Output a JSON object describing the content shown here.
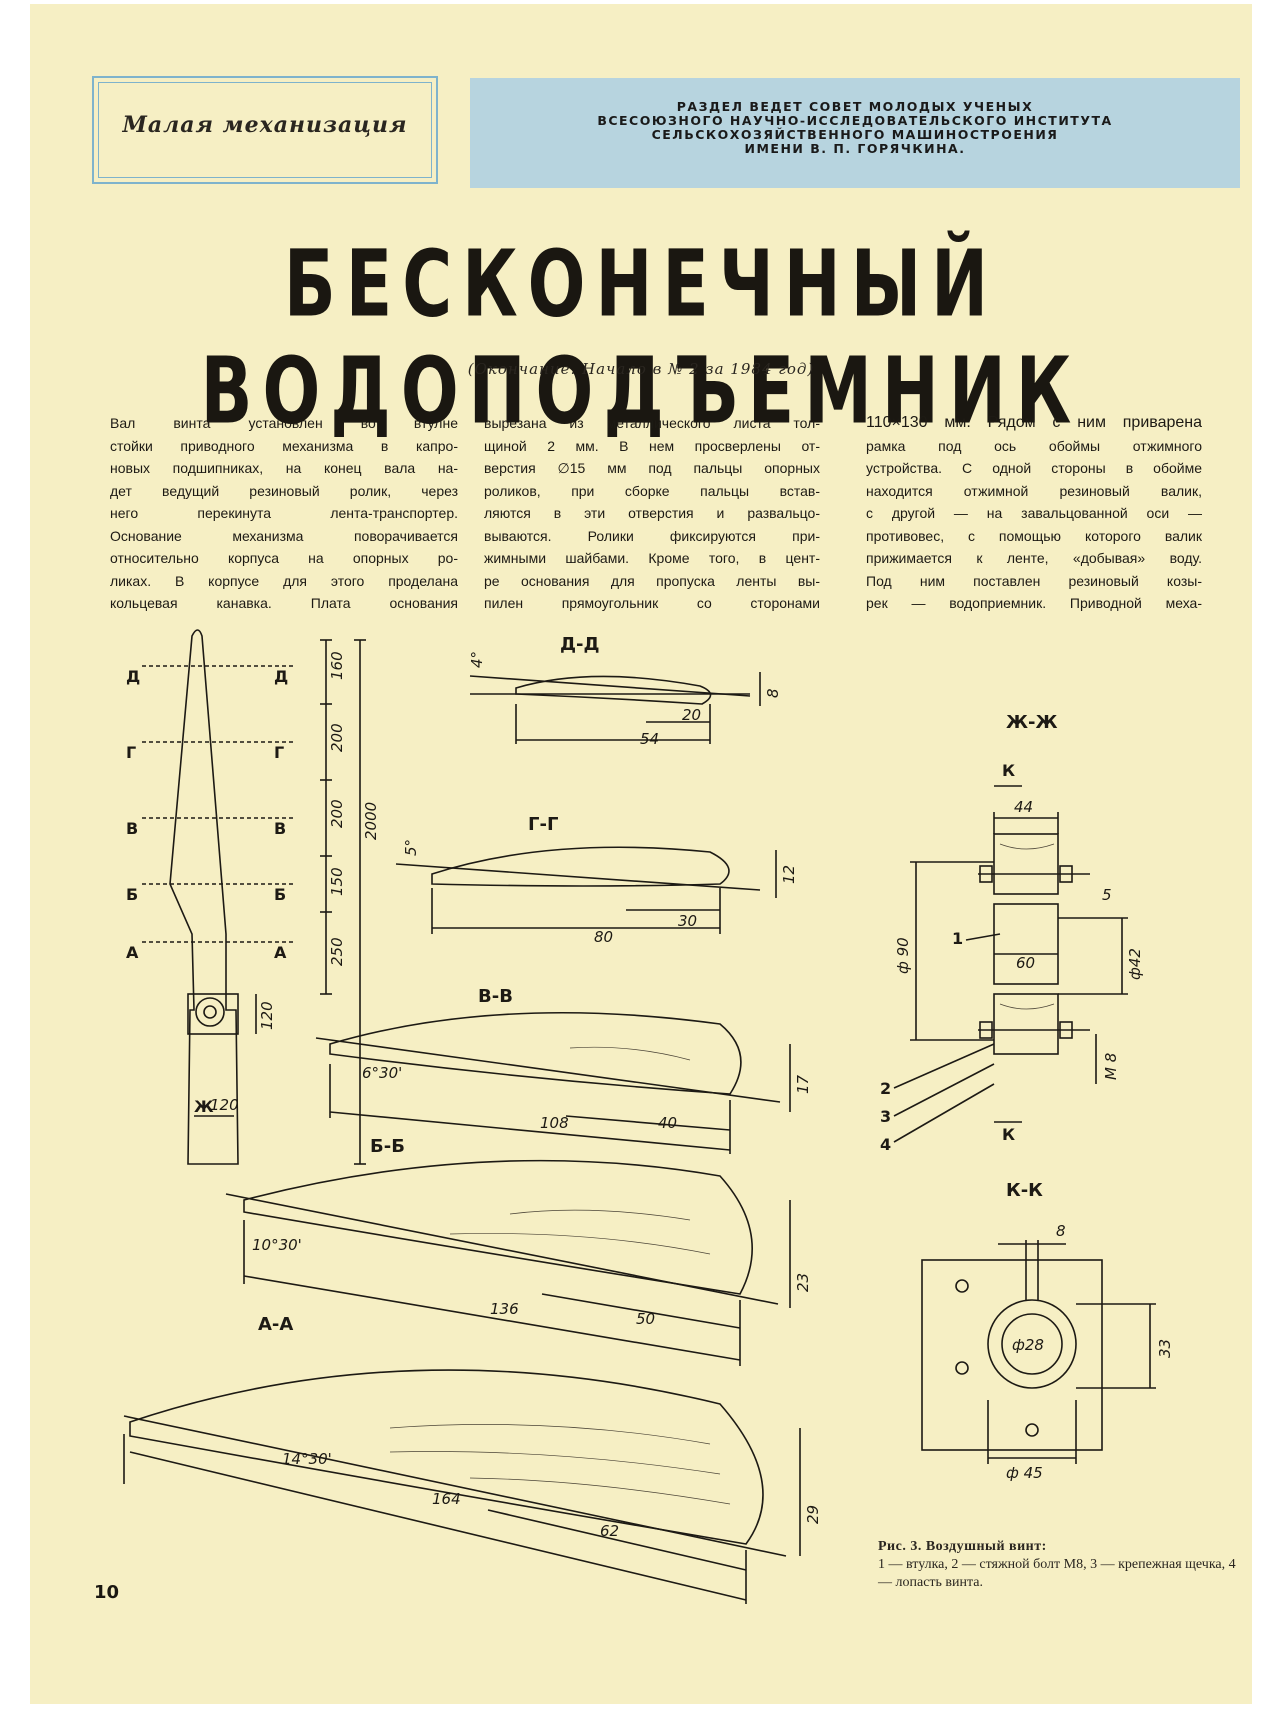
{
  "header": {
    "section_title": "Малая механизация",
    "council_lines": [
      "РАЗДЕЛ ВЕДЕТ СОВЕТ МОЛОДЫХ УЧЕНЫХ",
      "ВСЕСОЮЗНОГО НАУЧНО-ИССЛЕДОВАТЕЛЬСКОГО ИНСТИТУТА",
      "СЕЛЬСКОХОЗЯЙСТВЕННОГО МАШИНОСТРОЕНИЯ",
      "ИМЕНИ В. П. ГОРЯЧКИНА."
    ]
  },
  "article": {
    "title": "БЕСКОНЕЧНЫЙ ВОДОПОДЪЕМНИК",
    "continuation": "(Окончание. Начало в № 2 за 1984 год)",
    "columns": [
      [
        "Вал винта установлен во втулне",
        "стойки приводного механизма в капро-",
        "новых подшипниках, на конец вала на-",
        "дет ведущий резиновый ролик, через",
        "него перекинута лента-транспортер.",
        "Основание механизма поворачивается",
        "относительно корпуса на опорных ро-",
        "ликах. В корпусе для этого проделана",
        "кольцевая канавка. Плата основания"
      ],
      [
        "вырезана из металлического листа тол-",
        "щиной 2 мм. В нем просверлены от-",
        "верстия ∅15 мм под пальцы опорных",
        "роликов, при сборке пальцы встав-",
        "ляются в эти отверстия и развальцо-",
        "вываются. Ролики фиксируются при-",
        "жимными шайбами. Кроме того, в цент-",
        "ре основания для пропуска ленты вы-",
        "пилен прямоугольник со сторонами"
      ],
      [
        "110×130 мм. Рядом с ним приварена",
        "рамка под ось обоймы отжимного",
        "устройства. С одной стороны в обойме",
        "находится отжимной резиновый валик,",
        "с другой — на завальцованной оси —",
        "противовес, с помощью которого валик",
        "прижимается к ленте, «добывая» воду.",
        "Под ним поставлен резиновый козы-",
        "рек — водоприемник. Приводной меха-"
      ]
    ]
  },
  "figure": {
    "blade_stations": [
      "Д",
      "Г",
      "В",
      "Б",
      "А"
    ],
    "blade_dims": [
      "160",
      "200",
      "200",
      "150",
      "250",
      "2000",
      "120",
      "120"
    ],
    "blade_extra_label": "Ж",
    "sections": [
      {
        "name": "Д-Д",
        "angle": "4°",
        "chord": "54",
        "offset": "20",
        "thickness": "8"
      },
      {
        "name": "Г-Г",
        "angle": "5°",
        "chord": "80",
        "offset": "30",
        "thickness": "12"
      },
      {
        "name": "В-В",
        "angle": "6°30'",
        "chord": "108",
        "offset": "40",
        "thickness": "17"
      },
      {
        "name": "Б-Б",
        "angle": "10°30'",
        "chord": "136",
        "offset": "50",
        "thickness": "23"
      },
      {
        "name": "А-А",
        "angle": "14°30'",
        "chord": "164",
        "offset": "62",
        "thickness": "29"
      }
    ],
    "hub_section": {
      "name": "Ж-Ж",
      "cut_label": "К",
      "dims": [
        "44",
        "5",
        "60",
        "ф 90",
        "ф42",
        "М 8"
      ],
      "parts": [
        "1",
        "2",
        "3",
        "4"
      ]
    },
    "k_section": {
      "name": "К-К",
      "dims": [
        "8",
        "ф28",
        "33",
        "ф 45"
      ]
    },
    "caption_title": "Рис. 3. Воздушный винт:",
    "caption_text": "1 — втулка, 2 — стяжной болт М8, 3 — крепежная щечка, 4 — лопасть винта."
  },
  "page_number": "10",
  "colors": {
    "paper": "#f6efc4",
    "ink": "#1d1a14",
    "header_blue": "#b7d4df",
    "frame_blue": "#7fb3cc"
  }
}
